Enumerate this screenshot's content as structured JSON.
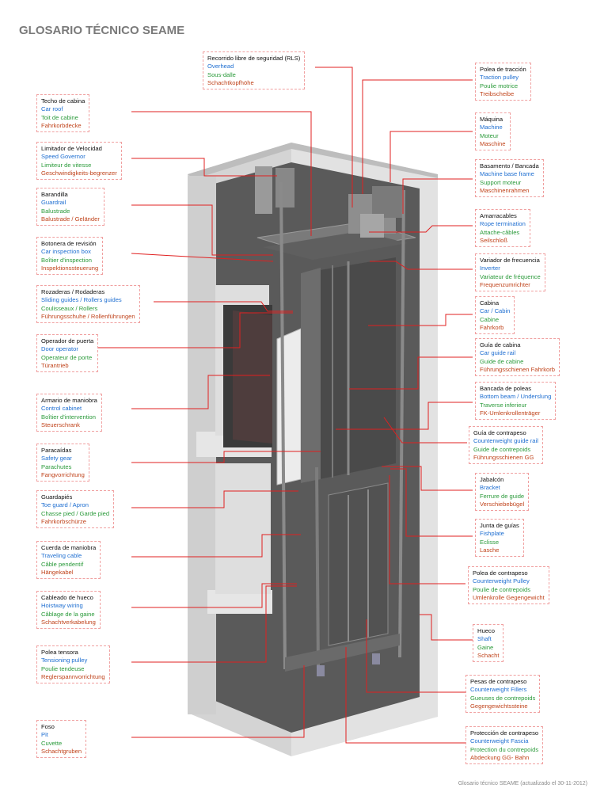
{
  "title": "GLOSARIO TÉCNICO SEAME",
  "footer": "Glosario técnico SEAME (actualizado el 30-11-2012)",
  "colors": {
    "spanish": "#111111",
    "english": "#1f6fd1",
    "french": "#2a9a3a",
    "german": "#c0441c",
    "leader": "#e02020"
  },
  "terms": [
    {
      "id": "rls",
      "es": "Recorrido libre de seguridad (RLS)",
      "en": "Overhead",
      "fr": "Sous-dalle",
      "de": "Schachtkopfhöhe"
    },
    {
      "id": "techo",
      "es": "Techo de cabina",
      "en": "Car roof",
      "fr": "Toit de cabine",
      "de": "Fahrkorbdecke"
    },
    {
      "id": "limitador",
      "es": "Limitador de Velocidad",
      "en": "Speed Governor",
      "fr": "Limiteur de vitesse",
      "de": "Geschwindigkeits-begrenzer"
    },
    {
      "id": "barandilla",
      "es": "Barandilla",
      "en": "Guardrail",
      "fr": "Balustrade",
      "de": "Balustrade / Geländer"
    },
    {
      "id": "botonera",
      "es": "Botonera de revisión",
      "en": "Car inspection box",
      "fr": "Boîtier d'inspection",
      "de": "Inspektionssteuerung"
    },
    {
      "id": "rozaderas",
      "es": "Rozaderas / Rodaderas",
      "en": "Sliding guides / Rollers guides",
      "fr": "Coulisseaux / Rollers",
      "de": "Führungsschuhe / Rollenführungen"
    },
    {
      "id": "operador",
      "es": "Operador de puerta",
      "en": "Door operator",
      "fr": "Operateur de porte",
      "de": "Türantrieb"
    },
    {
      "id": "armario",
      "es": "Armario de maniobra",
      "en": "Control cabinet",
      "fr": "Boîtier d'intervention",
      "de": "Steuerschrank"
    },
    {
      "id": "paracaidas",
      "es": "Paracaídas",
      "en": "Safety gear",
      "fr": "Parachutes",
      "de": "Fangvorrichtung"
    },
    {
      "id": "guardapies",
      "es": "Guardapiés",
      "en": "Toe guard / Apron",
      "fr": "Chasse pied / Garde pied",
      "de": "Fahrkorbschürze"
    },
    {
      "id": "cuerda",
      "es": "Cuerda de maniobra",
      "en": "Traveling cable",
      "fr": "Câble pendentif",
      "de": "Hängekabel"
    },
    {
      "id": "cableado",
      "es": "Cableado de hueco",
      "en": "Hoistway wiring",
      "fr": "Câblage de la gaine",
      "de": "Schachtverkabelung"
    },
    {
      "id": "polea_tensora",
      "es": "Polea tensora",
      "en": "Tensioning pulley",
      "fr": "Poulie tendeuse",
      "de": "Reglerspannvorrichtung"
    },
    {
      "id": "foso",
      "es": "Foso",
      "en": "Pit",
      "fr": "Cuvette",
      "de": "Schachtgruben"
    },
    {
      "id": "polea_traccion",
      "es": "Polea de tracción",
      "en": "Traction pulley",
      "fr": "Poulie motrice",
      "de": "Treibscheibe"
    },
    {
      "id": "maquina",
      "es": "Máquina",
      "en": "Machine",
      "fr": "Moteur",
      "de": "Maschine"
    },
    {
      "id": "basamento",
      "es": "Basamento / Bancada",
      "en": "Machine base frame",
      "fr": "Support moteur",
      "de": "Maschinenrahmen"
    },
    {
      "id": "amarracables",
      "es": "Amarracables",
      "en": "Rope termination",
      "fr": "Attache-câbles",
      "de": "Seilschloß"
    },
    {
      "id": "variador",
      "es": "Variador de frecuencia",
      "en": "Inverter",
      "fr": "Variateur de fréquence",
      "de": "Frequenzumrichter"
    },
    {
      "id": "cabina",
      "es": "Cabina",
      "en": "Car / Cabin",
      "fr": "Cabine",
      "de": "Fahrkorb"
    },
    {
      "id": "guia_cabina",
      "es": "Guía de cabina",
      "en": "Car guide rail",
      "fr": "Guide de cabine",
      "de": "Führungsschienen Fahrkorb"
    },
    {
      "id": "bancada_poleas",
      "es": "Bancada de poleas",
      "en": "Bottom beam / Underslung",
      "fr": "Traverse inferieur",
      "de": "FK-Umlenkrollenträger"
    },
    {
      "id": "guia_contrapeso",
      "es": "Guía de contrapeso",
      "en": "Counterweight guide rail",
      "fr": "Guide de contrepoids",
      "de": "Führungsschienen GG"
    },
    {
      "id": "jabalcon",
      "es": "Jabalcón",
      "en": "Bracket",
      "fr": "Ferrure de guide",
      "de": "Verschiebebügel"
    },
    {
      "id": "junta",
      "es": "Junta de guías",
      "en": "Fishplate",
      "fr": "Eclisse",
      "de": "Lasche"
    },
    {
      "id": "polea_contrapeso",
      "es": "Polea de contrapeso",
      "en": "Counterweight Pulley",
      "fr": "Poulie de contrepoids",
      "de": "Umlenkrolle Gegengewicht"
    },
    {
      "id": "hueco",
      "es": "Hueco",
      "en": "Shaft",
      "fr": "Gaine",
      "de": "Schacht"
    },
    {
      "id": "pesas",
      "es": "Pesas de contrapeso",
      "en": "Counterweight Fillers",
      "fr": "Gueuses de contrepoids",
      "de": "Gegengewichtssteine"
    },
    {
      "id": "proteccion",
      "es": "Protección de contrapeso",
      "en": "Counterweight Fascia",
      "fr": "Protection du contrepoids",
      "de": "Abdeckung GG- Bahn"
    }
  ]
}
